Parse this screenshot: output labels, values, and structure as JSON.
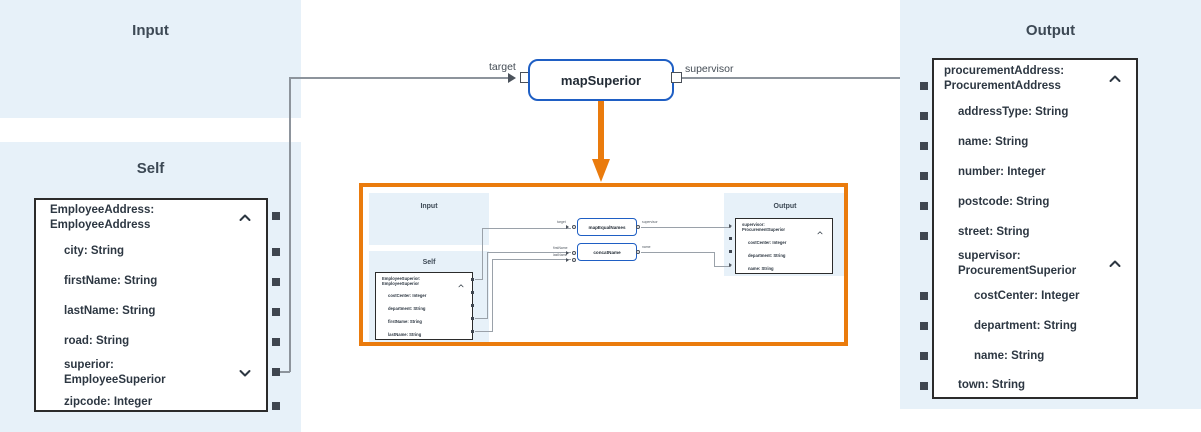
{
  "colors": {
    "panel_bg": "#e7f1f9",
    "accent_orange": "#ea7b0d",
    "node_blue": "#1f5fc4",
    "box_border": "#2b2b2b",
    "wire": "#8d949c",
    "text": "#3d4955"
  },
  "panels": {
    "input_title": "Input",
    "self_title": "Self",
    "output_title": "Output"
  },
  "self_box": {
    "header": "EmployeeAddress:\nEmployeeAddress",
    "header_chevron": "chevron-up",
    "fields": [
      {
        "label": "city: String",
        "indent": 1,
        "chevron": ""
      },
      {
        "label": "firstName: String",
        "indent": 1,
        "chevron": ""
      },
      {
        "label": "lastName: String",
        "indent": 1,
        "chevron": ""
      },
      {
        "label": "road: String",
        "indent": 1,
        "chevron": ""
      },
      {
        "label": "superior:\nEmployeeSuperior",
        "indent": 1,
        "chevron": "chevron-down"
      },
      {
        "label": "zipcode: Integer",
        "indent": 1,
        "chevron": ""
      }
    ]
  },
  "output_box": {
    "header": "procurementAddress:\nProcurementAddress",
    "header_chevron": "chevron-up",
    "fields": [
      {
        "label": "addressType: String",
        "indent": 1,
        "chevron": ""
      },
      {
        "label": "name: String",
        "indent": 1,
        "chevron": ""
      },
      {
        "label": "number: Integer",
        "indent": 1,
        "chevron": ""
      },
      {
        "label": "postcode: String",
        "indent": 1,
        "chevron": ""
      },
      {
        "label": "street: String",
        "indent": 1,
        "chevron": ""
      },
      {
        "label": "supervisor:\nProcurementSuperior",
        "indent": 1,
        "chevron": "chevron-up"
      },
      {
        "label": "costCenter: Integer",
        "indent": 2,
        "chevron": ""
      },
      {
        "label": "department: String",
        "indent": 2,
        "chevron": ""
      },
      {
        "label": "name: String",
        "indent": 2,
        "chevron": ""
      },
      {
        "label": "town: String",
        "indent": 1,
        "chevron": ""
      }
    ]
  },
  "function_node": {
    "name": "mapSuperior",
    "input_port_label": "target",
    "output_port_label": "supervisor"
  },
  "inset": {
    "input_title": "Input",
    "self_title": "Self",
    "output_title": "Output",
    "self_box": {
      "header": "EmployeeSuperior:\nEmployeeSuperior",
      "header_chevron": "chevron-up",
      "fields": [
        "costCenter: Integer",
        "department: String",
        "firstName: String",
        "lastName: String"
      ]
    },
    "output_box": {
      "header": "supervisor:\nProcurementSuperior",
      "header_chevron": "chevron-up",
      "fields": [
        "costCenter: Integer",
        "department: String",
        "name: String"
      ]
    },
    "nodes": [
      {
        "name": "mapEqualNames",
        "in_labels": [
          "target"
        ],
        "out_labels": [
          "supervisor"
        ]
      },
      {
        "name": "concatName",
        "in_labels": [
          "firstName",
          "lastName"
        ],
        "out_labels": [
          "name"
        ]
      }
    ]
  }
}
